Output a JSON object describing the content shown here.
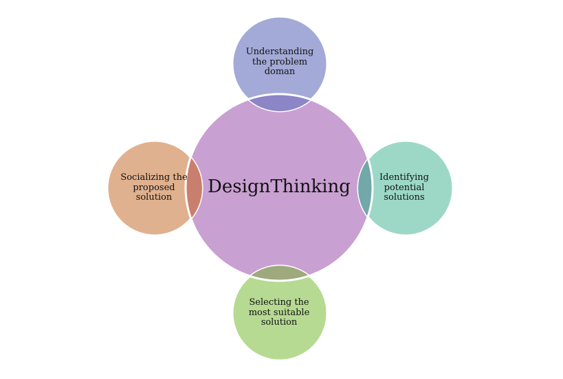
{
  "center": {
    "label": "DesignThinking",
    "color": "#c9a0d2"
  },
  "nodes": [
    {
      "id": "top",
      "label": "Understanding\nthe problem\ndoman",
      "color": "#a3aad7",
      "overlap_color": "#8c85c6"
    },
    {
      "id": "right",
      "label": "Identifying\npotential\nsolutions",
      "color": "#9dd8c7",
      "overlap_color": "#72a8aa"
    },
    {
      "id": "bottom",
      "label": "Selecting the\nmost suitable\nsolution",
      "color": "#b6da92",
      "overlap_color": "#9eaa7e"
    },
    {
      "id": "left",
      "label": "Socializing the\nproposed\nsolution",
      "color": "#e0b18e",
      "overlap_color": "#c97f6e"
    }
  ],
  "stroke_color": "#ffffff"
}
